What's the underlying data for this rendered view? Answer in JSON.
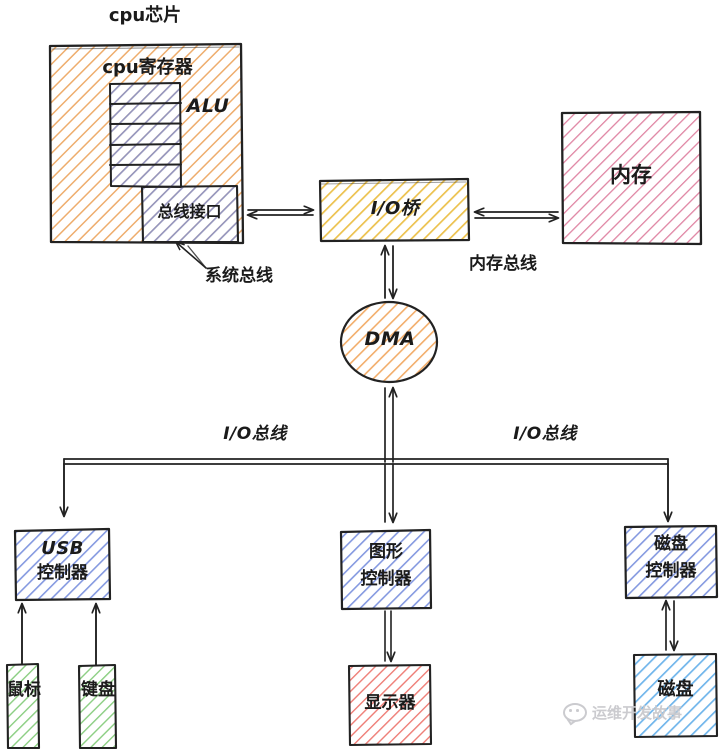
{
  "diagram": {
    "title_note": "cpu芯片",
    "style": "hand-drawn sketch, hatched fills",
    "colors": {
      "cpu_chip": "#e8913c",
      "register": "#7b8fd4",
      "bus_interface": "#7b8fd4",
      "io_bridge": "#e9b62c",
      "memory": "#d2507c",
      "dma": "#ef9944",
      "controller": "#5b77d6",
      "disk": "#56a8e8",
      "input_device": "#63bd57",
      "display": "#e8493f",
      "stroke": "#222222",
      "text": "#1b1b1b"
    }
  },
  "nodes": {
    "cpu_chip_caption": "cpu芯片",
    "cpu_chip": "",
    "register_caption": "cpu寄存器",
    "alu": "ALU",
    "bus_interface": "总线接口",
    "io_bridge": "I/O桥",
    "memory": "内存",
    "dma": "DMA",
    "usb_controller_line1": "USB",
    "usb_controller_line2": "控制器",
    "graphics_controller_line1": "图形",
    "graphics_controller_line2": "控制器",
    "disk_controller_line1": "磁盘",
    "disk_controller_line2": "控制器",
    "mouse": "鼠标",
    "keyboard": "键盘",
    "display": "显示器",
    "disk": "磁盘"
  },
  "bus_labels": {
    "system_bus": "系统总线",
    "memory_bus": "内存总线",
    "io_bus_left": "I/O总线",
    "io_bus_right": "I/O总线"
  },
  "watermark": {
    "text": "运维开发故事",
    "icon": "wechat-bubble-icon"
  }
}
